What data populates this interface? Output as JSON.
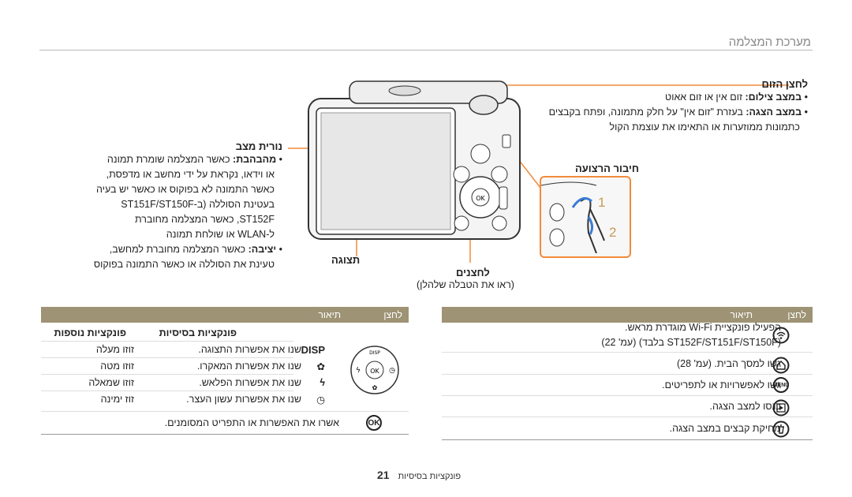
{
  "header": {
    "title": "מערכת המצלמה"
  },
  "camera_callouts": {
    "zoom_title": "לחצן הזום",
    "zoom_items": [
      {
        "lead": "במצב צילום:",
        "text": " זום אין או זום אאוט"
      },
      {
        "lead": "במצב הצגה:",
        "text": " בעזרת \"זום אין\" על חלק מתמונה, ופתח בקבצים"
      },
      {
        "lead": "",
        "text": "כתמונות ממוזערות או התאימו את עוצמת הקול"
      }
    ],
    "status_title": "נורית מצב",
    "status_items": [
      {
        "lead": "מהבהבת:",
        "text": " כאשר המצלמה שומרת תמונה"
      },
      {
        "lead": "",
        "text": "או וידאו, נקראת על ידי מחשב או מדפסת,"
      },
      {
        "lead": "",
        "text": "כאשר התמונה לא בפוקוס או כאשר יש בעיה"
      },
      {
        "lead": "",
        "text": "בעטינת הסוללה (ב-ST151F/ST150F"
      },
      {
        "lead": "",
        "text": "ST152F, כאשר המצלמה מחוברת"
      },
      {
        "lead": "",
        "text": "ל-WLAN או שולחת תמונה"
      },
      {
        "lead": "יציבה:",
        "text": " כאשר המצלמה מחוברת למחשב,"
      },
      {
        "lead": "",
        "text": "טעינת את הסוללה או כאשר התמונה בפוקוס"
      }
    ],
    "strap_title": "חיבור הרצועה",
    "strap_steps": [
      "1",
      "2"
    ],
    "display_label": "תצוגה",
    "buttons_label": "לחצנים",
    "buttons_note": "(ראו את הטבלה שלהלן)"
  },
  "left_table": {
    "col_button": "לחצן",
    "col_desc": "תיאור",
    "sub_basic": "פונקציות בסיסיות",
    "sub_extra": "פונקציות נוספות",
    "rows": [
      {
        "icon": "DISP",
        "basic": "שנו את אפשרות התצוגה.",
        "extra": "זוזו מעלה"
      },
      {
        "icon": "macro",
        "basic": "שנו את אפשרות המאקרו.",
        "extra": "זוזו מטה"
      },
      {
        "icon": "flash",
        "basic": "שנו את אפשרות הפלאש.",
        "extra": "זוזו שמאלה"
      },
      {
        "icon": "timer",
        "basic": "שנו את אפשרות עשון העצר.",
        "extra": "זוז ימינה"
      }
    ],
    "ok_icon": "OK",
    "ok_text": "אשרו את האפשרות או התפריט המסומנים."
  },
  "right_table": {
    "col_button": "לחצן",
    "col_desc": "תיאור",
    "rows": [
      {
        "icon": "wifi",
        "lines": [
          "הפעילו פונקציית Wi-Fi מוגדרת מראש.",
          "(ST152F/ST151F/ST150F בלבד) (עמ' 22)"
        ]
      },
      {
        "icon": "home",
        "lines": [
          "גשו למסך הבית. (עמ' 28)"
        ]
      },
      {
        "icon": "MENU",
        "lines": [
          "גשו לאפשרויות או לתפריטים."
        ]
      },
      {
        "icon": "play",
        "lines": [
          "כנסו למצב הצגה."
        ]
      },
      {
        "icon": "trash",
        "lines": [
          "מחיקת קבצים במצב הצגה."
        ]
      }
    ]
  },
  "footer": {
    "section": "פונקציות בסיסיות",
    "page": "21"
  },
  "colors": {
    "accent": "#f28b3c",
    "table_header": "#9e9374",
    "strap_arrow": "#3a7bd5"
  }
}
